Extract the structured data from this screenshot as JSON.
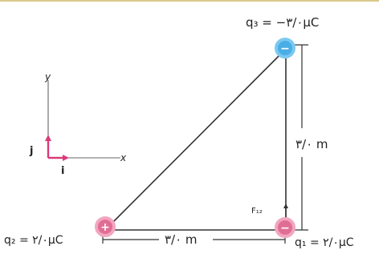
{
  "charges": {
    "q1": {
      "label": "q₁ = ۲/۰μC",
      "sign": "−",
      "color": "#e06e94"
    },
    "q2": {
      "label": "q₂ = ۲/۰μC",
      "sign": "+",
      "color": "#e06e94"
    },
    "q3": {
      "label": "q₃ = −۳/۰μC",
      "sign": "−",
      "color": "#4aaee6"
    }
  },
  "distances": {
    "horizontal": "۳/۰ m",
    "vertical": "۳/۰ m"
  },
  "axes": {
    "x": "x",
    "y": "y",
    "i_hat": "i",
    "j_hat": "j"
  },
  "force_label": "F₁₂",
  "colors": {
    "border": "#d8c98a",
    "line": "#333333",
    "unit_vector": "#d93a7a"
  }
}
